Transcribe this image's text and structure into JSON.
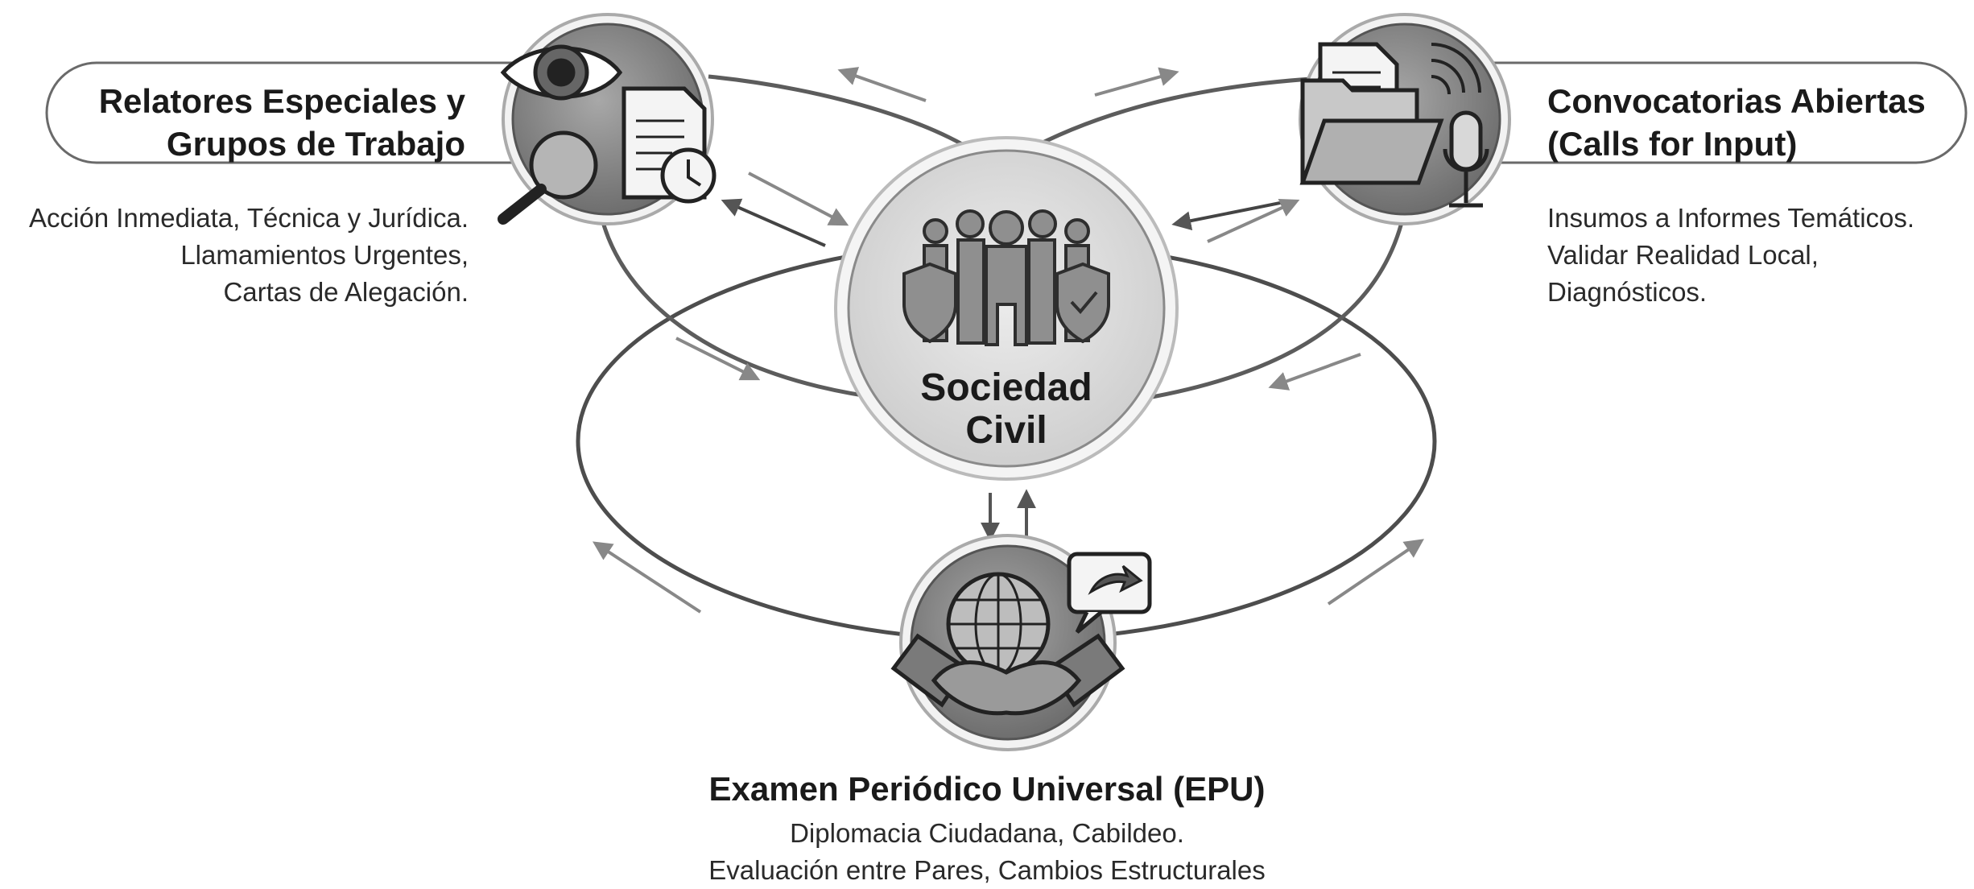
{
  "center": {
    "label_line1": "Sociedad",
    "label_line2": "Civil",
    "icon": "people-shields-icon"
  },
  "nodes": {
    "left": {
      "title_line1": "Relatores Especiales y",
      "title_line2": "Grupos de Trabajo",
      "desc_lines": [
        "Acción Inmediata, Técnica y Jurídica.",
        "Llamamientos Urgentes,",
        "Cartas de Alegación."
      ],
      "icon": "eye-magnifier-document-clock-icon"
    },
    "right": {
      "title_line1": "Convocatorias Abiertas",
      "title_line2": "(Calls for Input)",
      "desc_lines": [
        "Insumos a Informes Temáticos.",
        "Validar Realidad Local,",
        "Diagnósticos."
      ],
      "icon": "folder-document-microphone-icon"
    },
    "bottom": {
      "title": "Examen Periódico Universal (EPU)",
      "desc_lines": [
        "Diplomacia Ciudadana, Cabildeo.",
        "Evaluación entre Pares, Cambios Estructurales"
      ],
      "icon": "globe-handshake-share-icon"
    }
  },
  "colors": {
    "line_dark": "#4a4a4a",
    "line_light": "#8c8c8c",
    "circle_fill": "#dcdcdc",
    "circle_ring": "#9a9a9a",
    "icon_fill": "#8f8f8f",
    "icon_stroke": "#2e2e2e"
  }
}
